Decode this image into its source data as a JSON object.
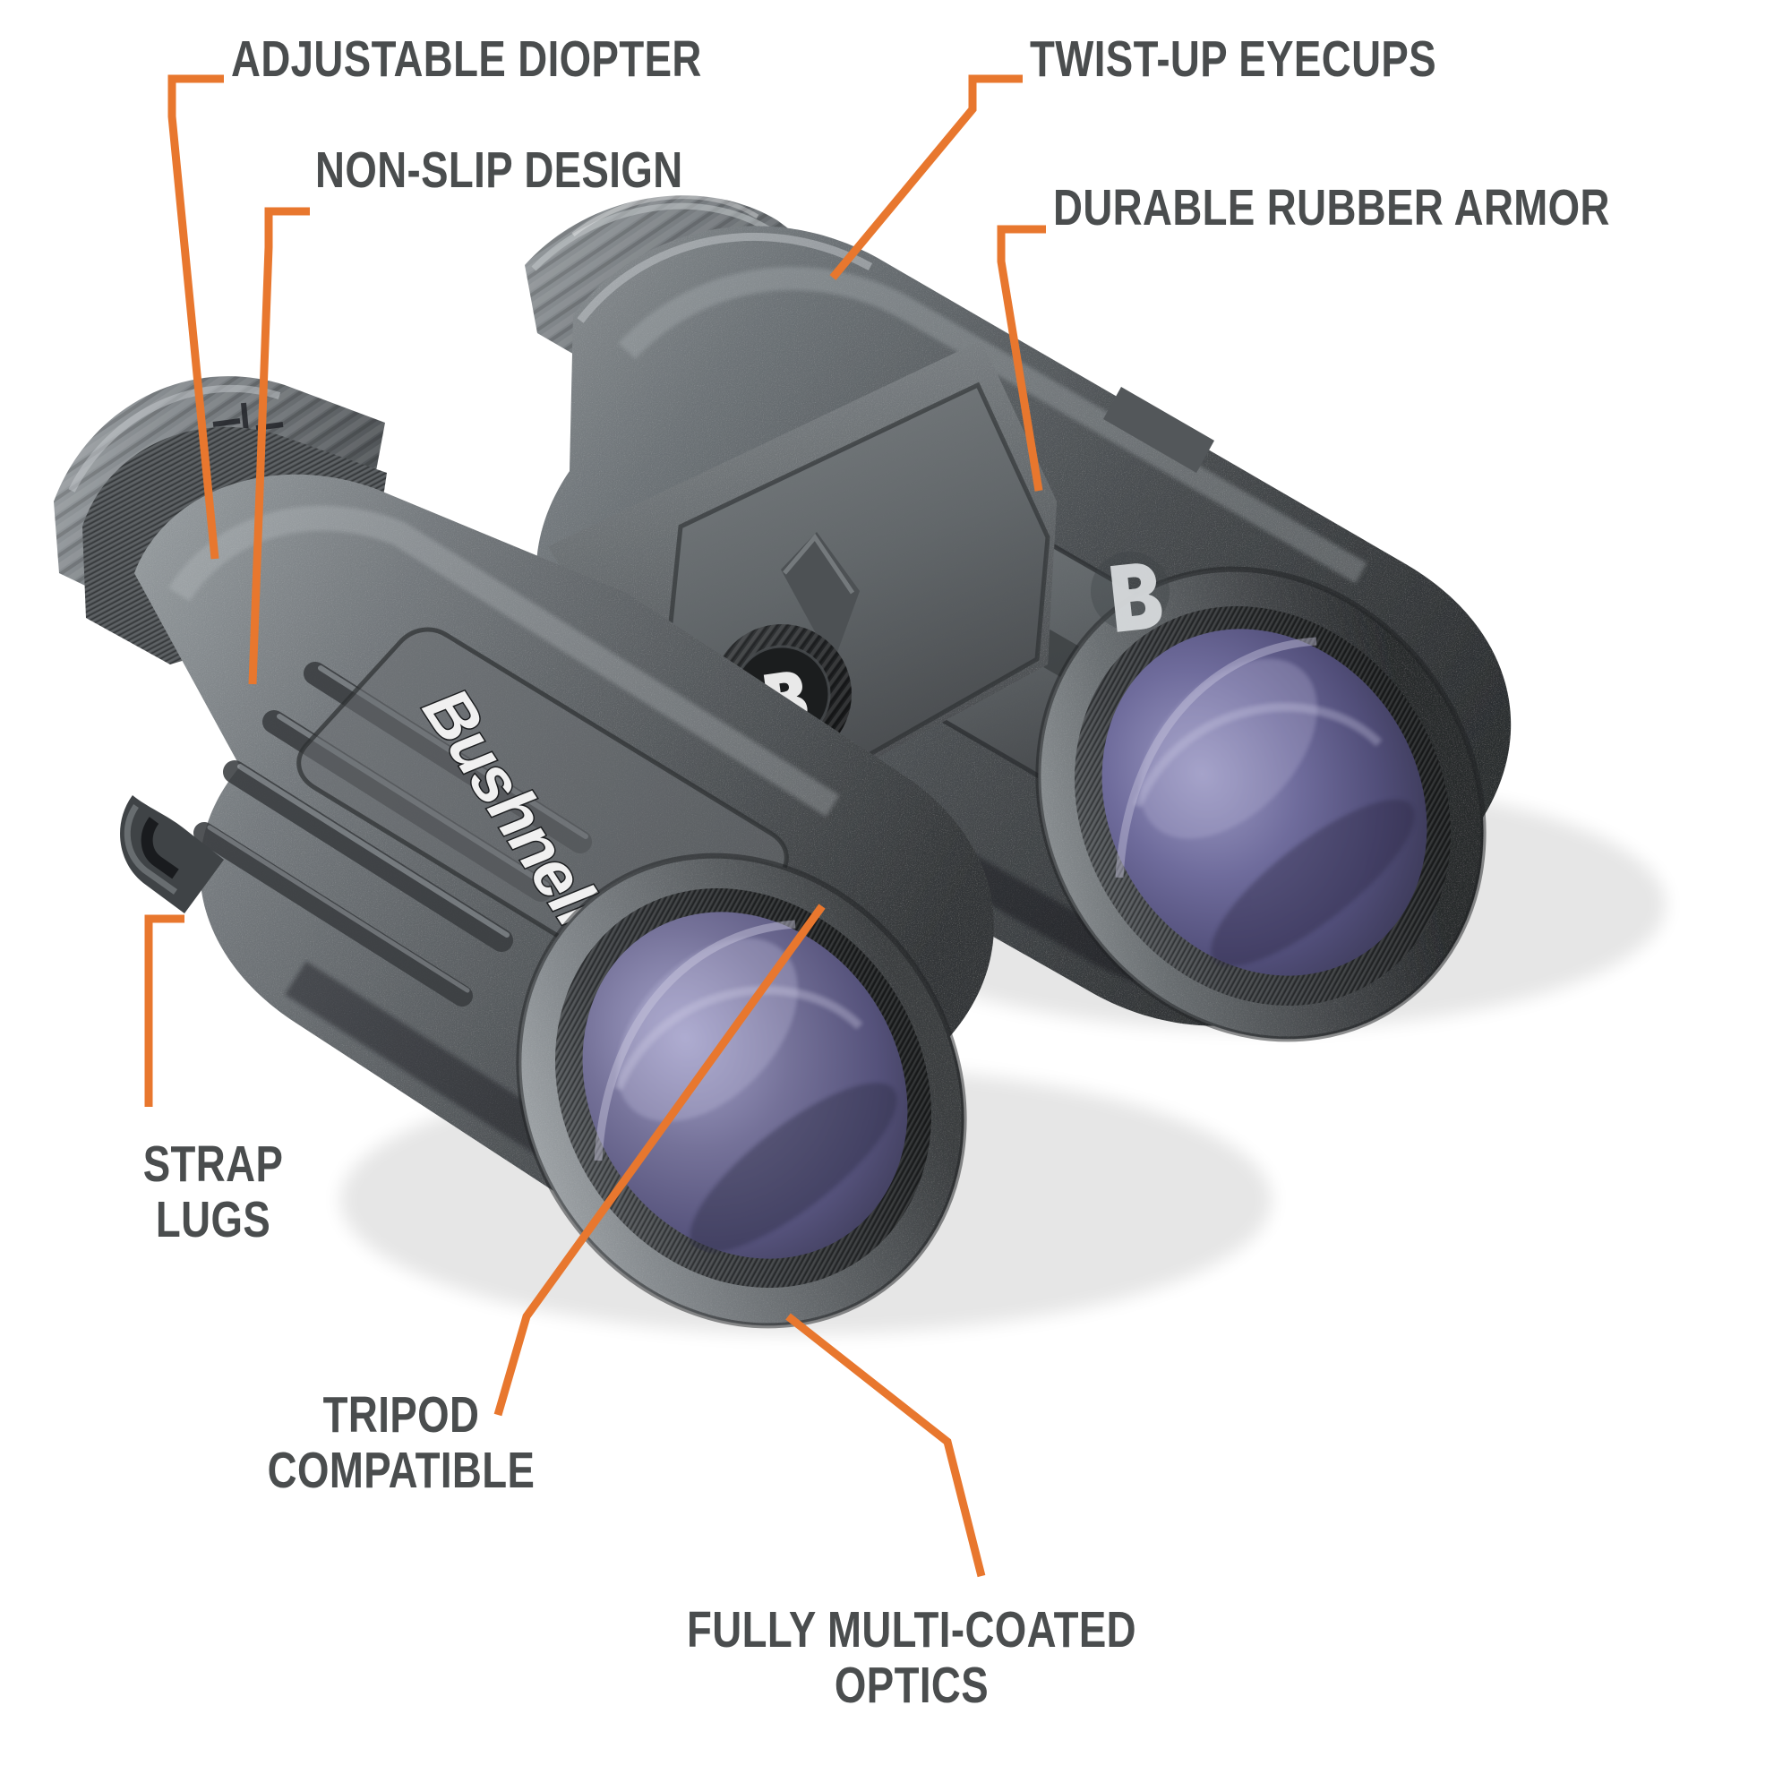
{
  "page": {
    "kind": "product-feature-callout-diagram",
    "subject": "binoculars",
    "background_color": "#ffffff"
  },
  "theme": {
    "accent_color": "#e8772e",
    "label_color": "#4a4d4e",
    "body_dark": "#3a3c3e",
    "body_mid": "#6e7275",
    "body_light": "#9aa0a4",
    "lens_purple": "#5d5a86",
    "lens_purple_light": "#8f8cb5",
    "logo_white": "#f2f2f2"
  },
  "brand": {
    "wordmark": "Bushnell",
    "badge_letter": "B"
  },
  "callouts": [
    {
      "id": "adjustable-diopter",
      "label": "ADJUSTABLE DIOPTER",
      "lines": [
        "ADJUSTABLE DIOPTER"
      ]
    },
    {
      "id": "non-slip-design",
      "label": "NON-SLIP DESIGN",
      "lines": [
        "NON-SLIP DESIGN"
      ]
    },
    {
      "id": "twist-up-eyecups",
      "label": "TWIST-UP EYECUPS",
      "lines": [
        "TWIST-UP EYECUPS"
      ]
    },
    {
      "id": "durable-rubber-armor",
      "label": "DURABLE RUBBER ARMOR",
      "lines": [
        "DURABLE RUBBER ARMOR"
      ]
    },
    {
      "id": "strap-lugs",
      "label": "STRAP\nLUGS",
      "lines": [
        "STRAP",
        "LUGS"
      ]
    },
    {
      "id": "tripod-compatible",
      "label": "TRIPOD\nCOMPATIBLE",
      "lines": [
        "TRIPOD",
        "COMPATIBLE"
      ]
    },
    {
      "id": "fully-multi-coated-optics",
      "label": "FULLY MULTI-COATED\nOPTICS",
      "lines": [
        "FULLY MULTI-COATED",
        "OPTICS"
      ]
    }
  ]
}
